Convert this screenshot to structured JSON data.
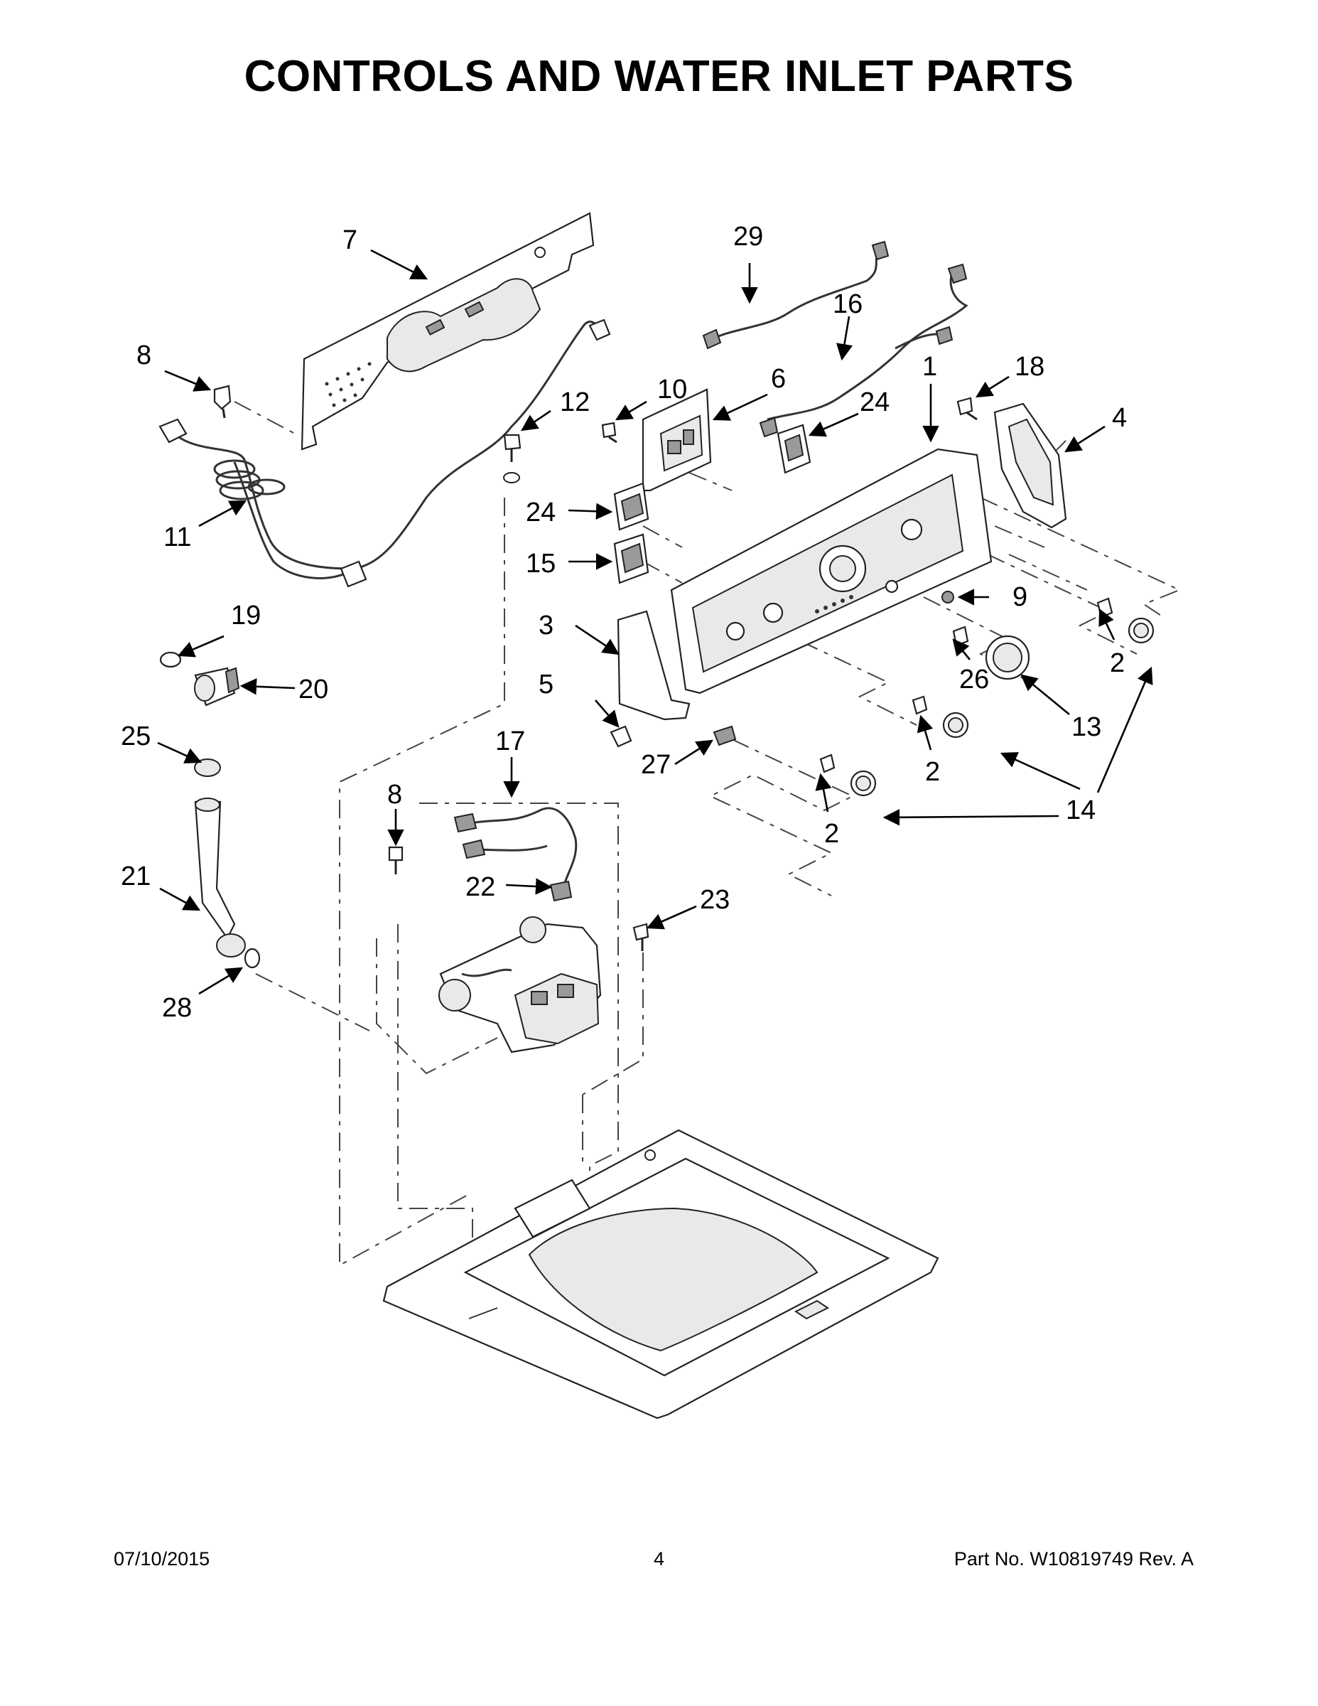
{
  "title": "CONTROLS AND WATER INLET PARTS",
  "callouts": [
    {
      "id": "c7",
      "label": "7"
    },
    {
      "id": "c29",
      "label": "29"
    },
    {
      "id": "c16",
      "label": "16"
    },
    {
      "id": "c8a",
      "label": "8"
    },
    {
      "id": "c10",
      "label": "10"
    },
    {
      "id": "c6",
      "label": "6"
    },
    {
      "id": "c1",
      "label": "1"
    },
    {
      "id": "c18",
      "label": "18"
    },
    {
      "id": "c12",
      "label": "12"
    },
    {
      "id": "c24a",
      "label": "24"
    },
    {
      "id": "c4",
      "label": "4"
    },
    {
      "id": "c11",
      "label": "11"
    },
    {
      "id": "c24b",
      "label": "24"
    },
    {
      "id": "c15",
      "label": "15"
    },
    {
      "id": "c9",
      "label": "9"
    },
    {
      "id": "c19",
      "label": "19"
    },
    {
      "id": "c3",
      "label": "3"
    },
    {
      "id": "c2a",
      "label": "2"
    },
    {
      "id": "c20",
      "label": "20"
    },
    {
      "id": "c26",
      "label": "26"
    },
    {
      "id": "c5",
      "label": "5"
    },
    {
      "id": "c13",
      "label": "13"
    },
    {
      "id": "c25",
      "label": "25"
    },
    {
      "id": "c17",
      "label": "17"
    },
    {
      "id": "c27",
      "label": "27"
    },
    {
      "id": "c2b",
      "label": "2"
    },
    {
      "id": "c14",
      "label": "14"
    },
    {
      "id": "c8b",
      "label": "8"
    },
    {
      "id": "c2c",
      "label": "2"
    },
    {
      "id": "c21",
      "label": "21"
    },
    {
      "id": "c22",
      "label": "22"
    },
    {
      "id": "c23",
      "label": "23"
    },
    {
      "id": "c28",
      "label": "28"
    }
  ],
  "footer": {
    "date": "07/10/2015",
    "page": "4",
    "part_no": "Part No.  W10819749  Rev.  A"
  }
}
